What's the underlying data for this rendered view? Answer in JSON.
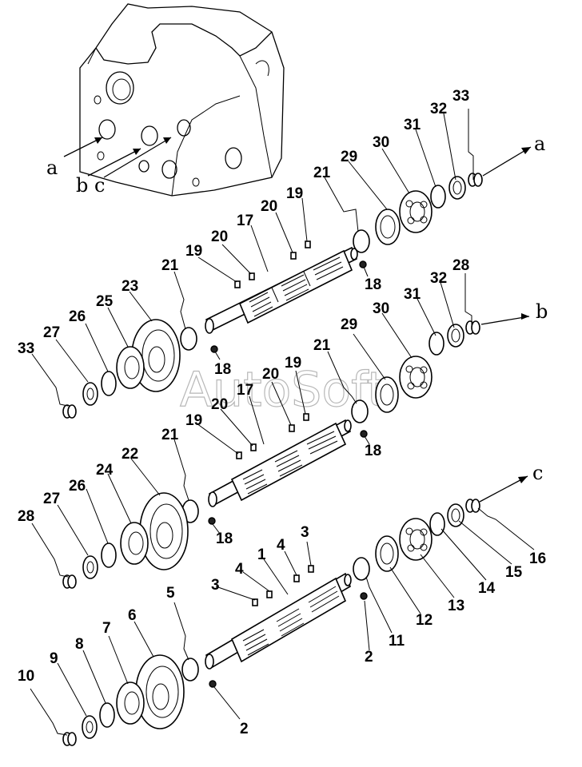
{
  "watermark": "AutoSoft",
  "reference_letters": [
    "a",
    "b c",
    "a",
    "b",
    "c"
  ],
  "callouts": [
    {
      "id": "c33a",
      "label": "33"
    },
    {
      "id": "c32a",
      "label": "32"
    },
    {
      "id": "c31a",
      "label": "31"
    },
    {
      "id": "c30a",
      "label": "30"
    },
    {
      "id": "c29a",
      "label": "29"
    },
    {
      "id": "c21a",
      "label": "21"
    },
    {
      "id": "c19a",
      "label": "19"
    },
    {
      "id": "c20a",
      "label": "20"
    },
    {
      "id": "c17a",
      "label": "17"
    },
    {
      "id": "c20b",
      "label": "20"
    },
    {
      "id": "c19b",
      "label": "19"
    },
    {
      "id": "c21b",
      "label": "21"
    },
    {
      "id": "c18a",
      "label": "18"
    },
    {
      "id": "c23",
      "label": "23"
    },
    {
      "id": "c25",
      "label": "25"
    },
    {
      "id": "c26a",
      "label": "26"
    },
    {
      "id": "c27a",
      "label": "27"
    },
    {
      "id": "c33b",
      "label": "33"
    },
    {
      "id": "c18b",
      "label": "18"
    },
    {
      "id": "c28a",
      "label": "28"
    },
    {
      "id": "c32b",
      "label": "32"
    },
    {
      "id": "c31b",
      "label": "31"
    },
    {
      "id": "c30b",
      "label": "30"
    },
    {
      "id": "c29b",
      "label": "29"
    },
    {
      "id": "c21c",
      "label": "21"
    },
    {
      "id": "c19c",
      "label": "19"
    },
    {
      "id": "c20c",
      "label": "20"
    },
    {
      "id": "c17b",
      "label": "17"
    },
    {
      "id": "c20d",
      "label": "20"
    },
    {
      "id": "c19d",
      "label": "19"
    },
    {
      "id": "c21d",
      "label": "21"
    },
    {
      "id": "c18c",
      "label": "18"
    },
    {
      "id": "c22",
      "label": "22"
    },
    {
      "id": "c24",
      "label": "24"
    },
    {
      "id": "c26b",
      "label": "26"
    },
    {
      "id": "c27b",
      "label": "27"
    },
    {
      "id": "c28b",
      "label": "28"
    },
    {
      "id": "c18d",
      "label": "18"
    },
    {
      "id": "c16",
      "label": "16"
    },
    {
      "id": "c15",
      "label": "15"
    },
    {
      "id": "c14",
      "label": "14"
    },
    {
      "id": "c13",
      "label": "13"
    },
    {
      "id": "c12",
      "label": "12"
    },
    {
      "id": "c11",
      "label": "11"
    },
    {
      "id": "c2a",
      "label": "2"
    },
    {
      "id": "c3a",
      "label": "3"
    },
    {
      "id": "c4a",
      "label": "4"
    },
    {
      "id": "c1",
      "label": "1"
    },
    {
      "id": "c4b",
      "label": "4"
    },
    {
      "id": "c3b",
      "label": "3"
    },
    {
      "id": "c5",
      "label": "5"
    },
    {
      "id": "c6",
      "label": "6"
    },
    {
      "id": "c7",
      "label": "7"
    },
    {
      "id": "c8",
      "label": "8"
    },
    {
      "id": "c9",
      "label": "9"
    },
    {
      "id": "c10",
      "label": "10"
    },
    {
      "id": "c2b",
      "label": "2"
    }
  ]
}
